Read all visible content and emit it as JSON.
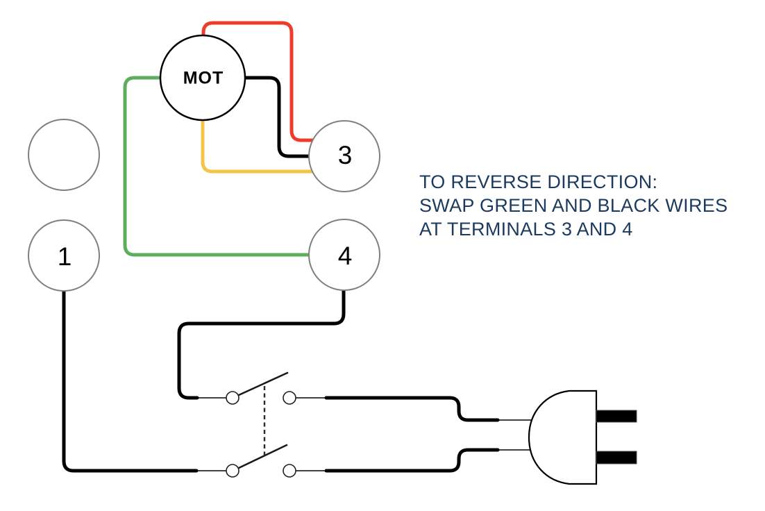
{
  "motor": {
    "label": "MOT"
  },
  "terminals": [
    {
      "id": "terminal-2",
      "label": ""
    },
    {
      "id": "terminal-1",
      "label": "1"
    },
    {
      "id": "terminal-3",
      "label": "3"
    },
    {
      "id": "terminal-4",
      "label": "4"
    }
  ],
  "note": {
    "line1": "TO REVERSE DIRECTION:",
    "line2": "SWAP GREEN AND BLACK WIRES",
    "line3": "AT TERMINALS 3 AND 4"
  },
  "colors": {
    "red_wire": "#EE3B2A",
    "green_wire": "#5CAE5C",
    "yellow_wire": "#F2C448",
    "black_wire": "#000000",
    "note_text": "#1B3A5E",
    "terminal_stroke": "#7F7F7F"
  }
}
